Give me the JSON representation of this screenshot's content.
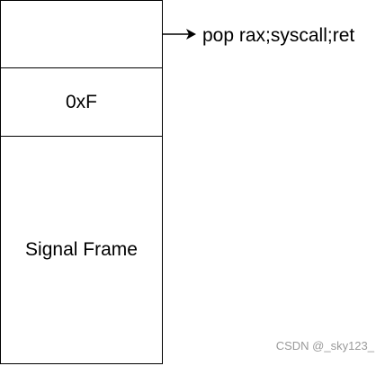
{
  "stack": {
    "return_slot_label": "",
    "rax_value": "0xF",
    "frame_label": "Signal Frame"
  },
  "gadget": {
    "label": "pop rax;syscall;ret"
  },
  "watermark": {
    "text": "CSDN @_sky123_"
  }
}
